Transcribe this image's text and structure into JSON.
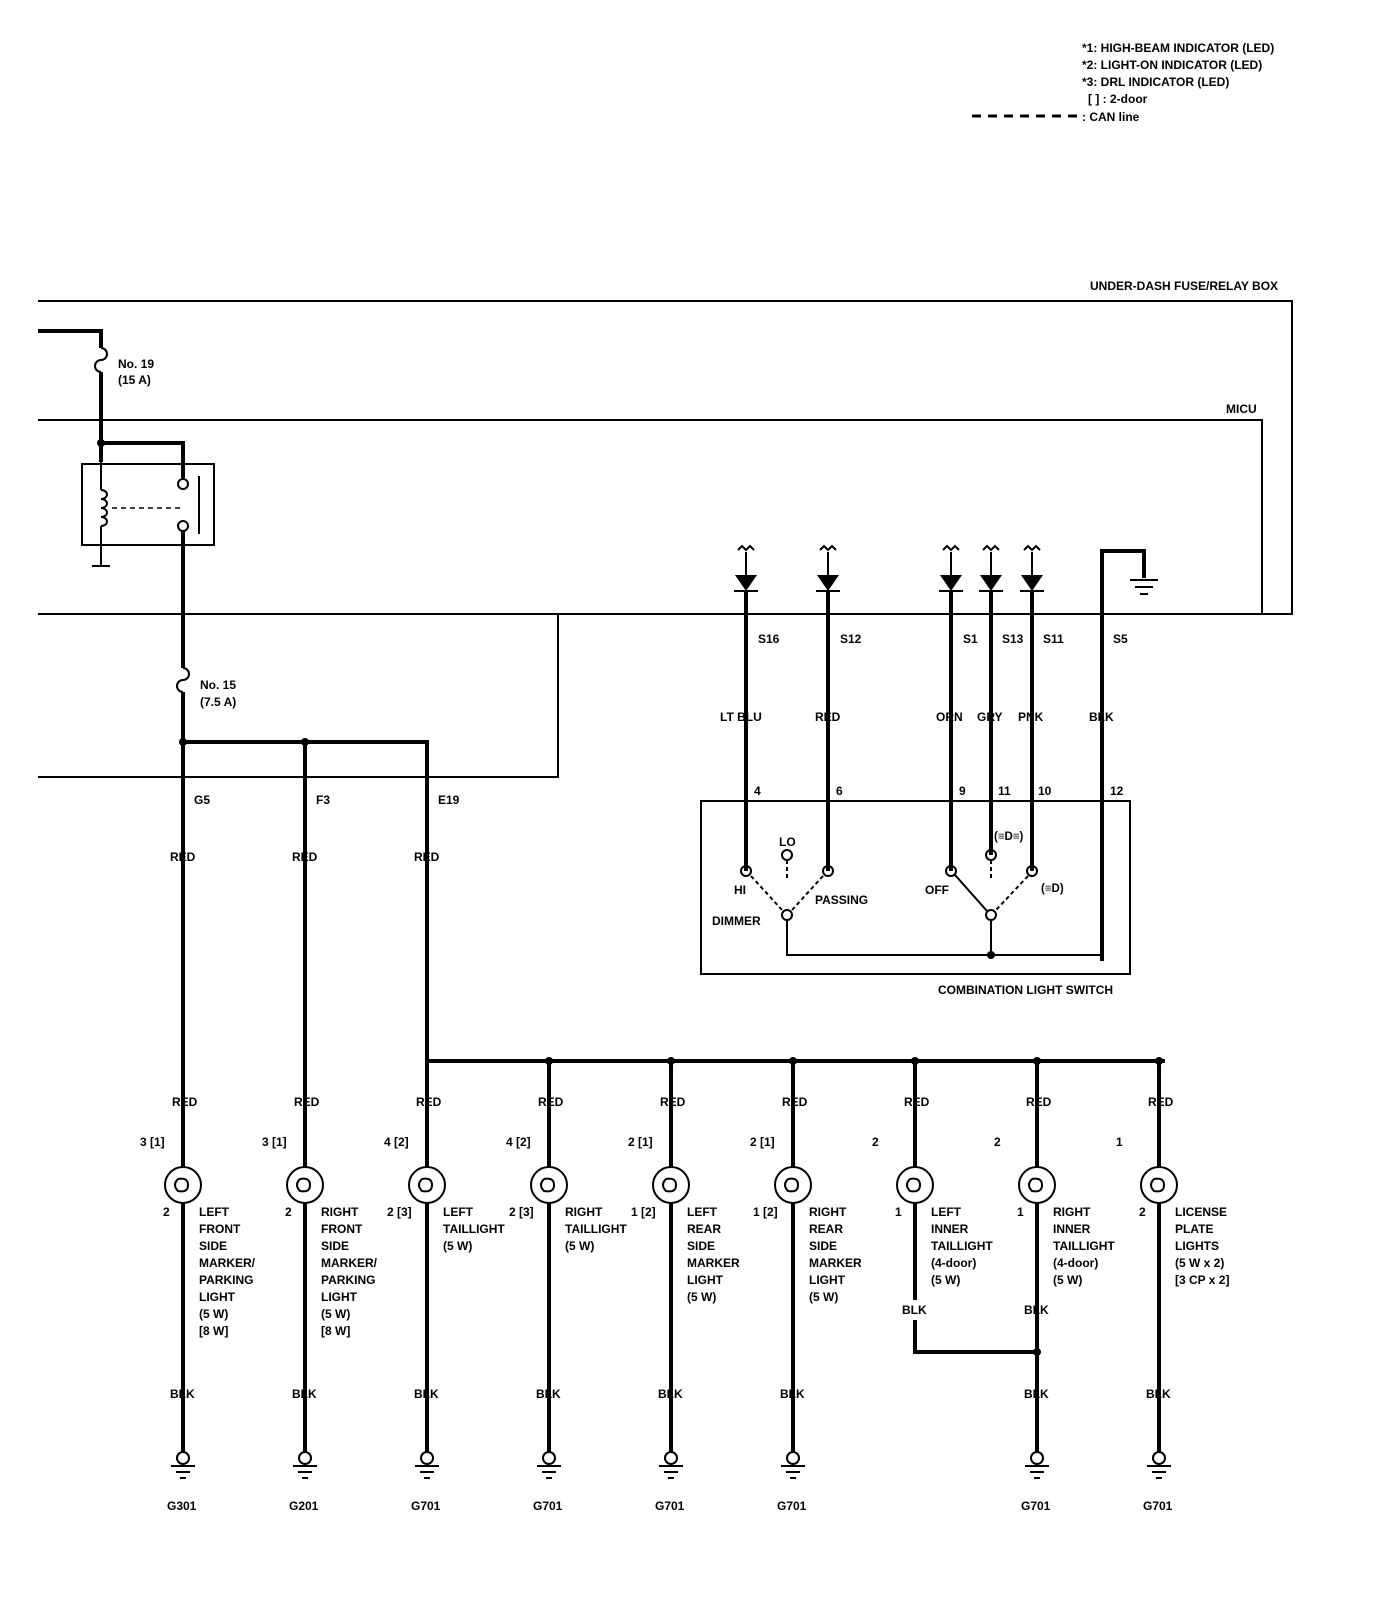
{
  "legend": {
    "items": [
      "*1: HIGH-BEAM INDICATOR (LED)",
      "*2: LIGHT-ON INDICATOR (LED)",
      "*3: DRL INDICATOR (LED)",
      "[  ] : 2-door"
    ],
    "can_line_label": ": CAN line"
  },
  "boxes": {
    "fuse_relay_box": "UNDER-DASH FUSE/RELAY BOX",
    "micu": "MICU",
    "combination_switch": "COMBINATION LIGHT SWITCH"
  },
  "fuses": [
    {
      "name": "No. 19",
      "rating": "(15 A)"
    },
    {
      "name": "No. 15",
      "rating": "(7.5 A)"
    }
  ],
  "fuse_box_terminals": [
    {
      "terminal": "G5",
      "wire": "RED"
    },
    {
      "terminal": "F3",
      "wire": "RED"
    },
    {
      "terminal": "E19",
      "wire": "RED"
    }
  ],
  "micu_terminals": [
    {
      "terminal": "S16",
      "wire": "LT BLU",
      "pin": "4"
    },
    {
      "terminal": "S12",
      "wire": "RED",
      "pin": "6"
    },
    {
      "terminal": "S1",
      "wire": "ORN",
      "pin": "9"
    },
    {
      "terminal": "S13",
      "wire": "GRY",
      "pin": "11"
    },
    {
      "terminal": "S11",
      "wire": "PNK",
      "pin": "10"
    },
    {
      "terminal": "S5",
      "wire": "BLK",
      "pin": "12"
    }
  ],
  "switch_labels": {
    "lo": "LO",
    "hi": "HI",
    "passing": "PASSING",
    "dimmer": "DIMMER",
    "off": "OFF",
    "park_symbol": "(≡D≡)",
    "head_symbol": "(≡D)"
  },
  "lamps": [
    {
      "pin_top": "3",
      "pin_top_2door": "[1]",
      "pin_bottom": "2",
      "pin_bottom_2door": "",
      "wire_top": "RED",
      "wire_bottom": "BLK",
      "ground": "G301",
      "name": [
        "LEFT",
        "FRONT",
        "SIDE",
        "MARKER/",
        "PARKING",
        "LIGHT",
        "(5 W)",
        "[8 W]"
      ]
    },
    {
      "pin_top": "3",
      "pin_top_2door": "[1]",
      "pin_bottom": "2",
      "pin_bottom_2door": "",
      "wire_top": "RED",
      "wire_bottom": "BLK",
      "ground": "G201",
      "name": [
        "RIGHT",
        "FRONT",
        "SIDE",
        "MARKER/",
        "PARKING",
        "LIGHT",
        "(5 W)",
        "[8 W]"
      ]
    },
    {
      "pin_top": "4",
      "pin_top_2door": "[2]",
      "pin_bottom": "2",
      "pin_bottom_2door": "[3]",
      "wire_top": "RED",
      "wire_bottom": "BLK",
      "ground": "G701",
      "name": [
        "LEFT",
        "TAILLIGHT",
        "(5 W)"
      ]
    },
    {
      "pin_top": "4",
      "pin_top_2door": "[2]",
      "pin_bottom": "2",
      "pin_bottom_2door": "[3]",
      "wire_top": "RED",
      "wire_bottom": "BLK",
      "ground": "G701",
      "name": [
        "RIGHT",
        "TAILLIGHT",
        "(5 W)"
      ]
    },
    {
      "pin_top": "2",
      "pin_top_2door": "[1]",
      "pin_bottom": "1",
      "pin_bottom_2door": "[2]",
      "wire_top": "RED",
      "wire_bottom": "BLK",
      "ground": "G701",
      "name": [
        "LEFT",
        "REAR",
        "SIDE",
        "MARKER",
        "LIGHT",
        "(5 W)"
      ]
    },
    {
      "pin_top": "2",
      "pin_top_2door": "[1]",
      "pin_bottom": "1",
      "pin_bottom_2door": "[2]",
      "wire_top": "RED",
      "wire_bottom": "BLK",
      "ground": "G701",
      "name": [
        "RIGHT",
        "REAR",
        "SIDE",
        "MARKER",
        "LIGHT",
        "(5 W)"
      ]
    },
    {
      "pin_top": "2",
      "pin_top_2door": "",
      "pin_bottom": "1",
      "pin_bottom_2door": "",
      "wire_top": "RED",
      "wire_bottom": "BLK",
      "ground": "",
      "name": [
        "LEFT",
        "INNER",
        "TAILLIGHT",
        "(4-door)",
        "(5 W)"
      ]
    },
    {
      "pin_top": "2",
      "pin_top_2door": "",
      "pin_bottom": "1",
      "pin_bottom_2door": "",
      "wire_top": "RED",
      "wire_bottom": "BLK",
      "ground": "G701",
      "name": [
        "RIGHT",
        "INNER",
        "TAILLIGHT",
        "(4-door)",
        "(5 W)"
      ]
    },
    {
      "pin_top": "1",
      "pin_top_2door": "",
      "pin_bottom": "2",
      "pin_bottom_2door": "",
      "wire_top": "RED",
      "wire_bottom": "BLK",
      "ground": "G701",
      "name": [
        "LICENSE",
        "PLATE",
        "LIGHTS",
        "(5 W x 2)",
        "[3 CP x 2]"
      ]
    }
  ],
  "inner_tail_junction_wire": "BLK"
}
